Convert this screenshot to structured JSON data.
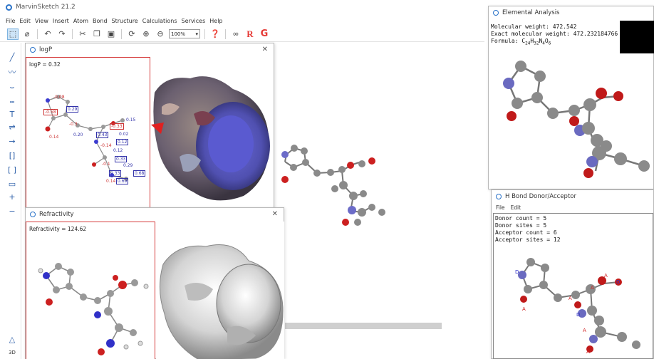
{
  "app": {
    "title": "MarvinSketch 21.2",
    "menu": [
      "File",
      "Edit",
      "View",
      "Insert",
      "Atom",
      "Bond",
      "Structure",
      "Calculations",
      "Services",
      "Help"
    ],
    "zoom": "100%"
  },
  "logp_window": {
    "title": "logP",
    "result": "logP = 0.32",
    "atom_values": [
      "-0.08",
      "-0.58",
      "0.29",
      "-0.3",
      "0.14",
      "0.20",
      "0.43",
      "0.15",
      "-0.33",
      "0.02",
      "0.12",
      "-0.14",
      "0.12",
      "0.33",
      "-0.1",
      "0.29",
      "0.33",
      "0.68",
      "0.14",
      "0.69"
    ]
  },
  "refractivity_window": {
    "title": "Refractivity",
    "result": "Refractivity = 124.62"
  },
  "elemental_window": {
    "title": "Elemental Analysis",
    "mw_label": "Molecular weight: 472.542",
    "emw_label": "Exact molecular weight: 472.232184766",
    "formula_label": "Formula: C",
    "formula_c": "24",
    "formula_h": "32",
    "formula_n": "4",
    "formula_o": "6"
  },
  "hbond_window": {
    "title": "H Bond Donor/Acceptor",
    "menu": [
      "File",
      "Edit"
    ],
    "lines": [
      "Donor count = 5",
      "Donor sites = 5",
      "Acceptor count = 6",
      "Acceptor sites = 12"
    ],
    "markers_d": [
      "D",
      "D",
      "D"
    ],
    "markers_a": [
      "A",
      "A",
      "A",
      "A",
      "A",
      "A"
    ]
  },
  "left_tools": {
    "bottom_label": "3D"
  },
  "colors": {
    "carbon": "#8a8a8a",
    "oxygen": "#cc2020",
    "nitrogen": "#6c6cc8",
    "window_border_red": "#d63b3b",
    "toolbar_accent": "#2b5ea8"
  }
}
